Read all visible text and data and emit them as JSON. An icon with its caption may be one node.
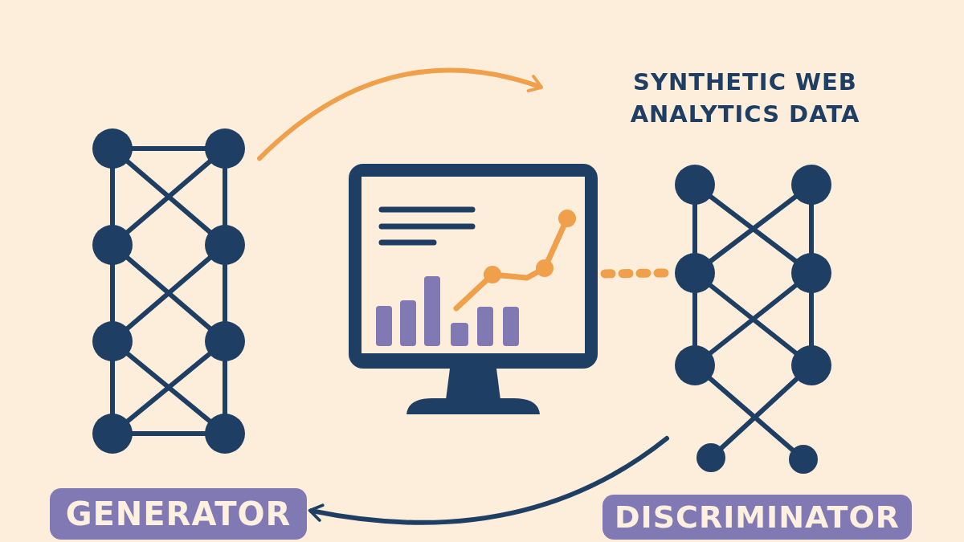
{
  "diagram": {
    "nodes": [
      {
        "text": [],
        "shape": "picture"
      },
      {
        "text": [],
        "shape": "picture"
      },
      {
        "text": [],
        "shape": "picture"
      },
      {
        "text": [
          "GENERATOR"
        ]
      },
      {
        "text": [
          "DISCRIMINATOR"
        ]
      }
    ],
    "edges": [
      {
        "from": 0,
        "to": null,
        "arrow": "to"
      },
      {
        "from": 1,
        "to": 2,
        "arrow": "none",
        "style": "dashed"
      },
      {
        "from": 2,
        "to": 3,
        "arrow": "to",
        "color": "#1e3f63"
      }
    ],
    "labels": [
      "SYNTHETIC WEB ANALYTICS DATA"
    ]
  }
}
